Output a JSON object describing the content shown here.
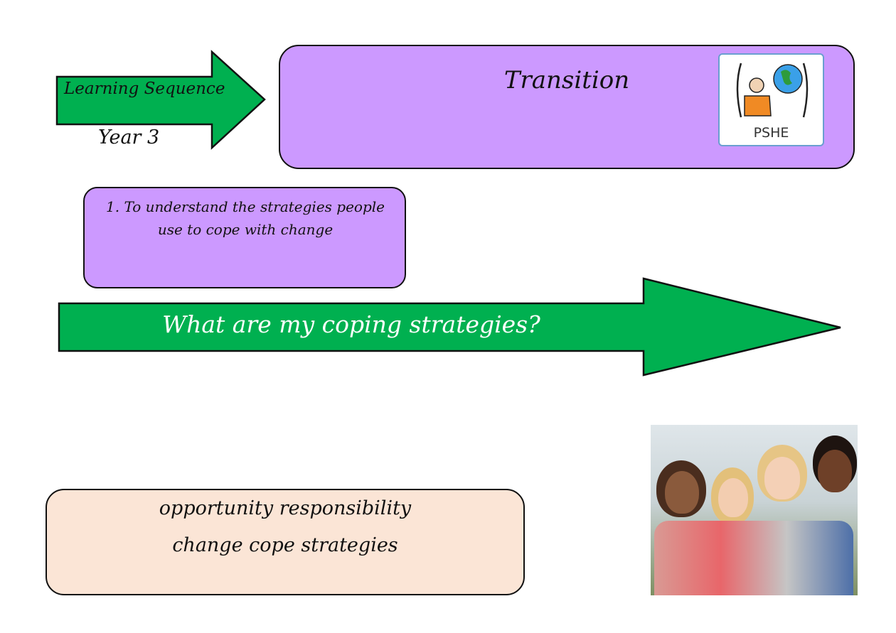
{
  "header": {
    "sequence_label": "Learning Sequence",
    "year": "Year 3",
    "title": "Transition",
    "subject_badge": "PSHE"
  },
  "objective": {
    "text": "1. To understand the strategies people use to cope with change"
  },
  "question": {
    "text": "What are my coping strategies?"
  },
  "vocabulary": {
    "line1": "opportunity  responsibility",
    "line2": "change  cope  strategies"
  },
  "colors": {
    "green": "#00b050",
    "purple": "#cc99ff",
    "peach": "#fbe5d6"
  }
}
